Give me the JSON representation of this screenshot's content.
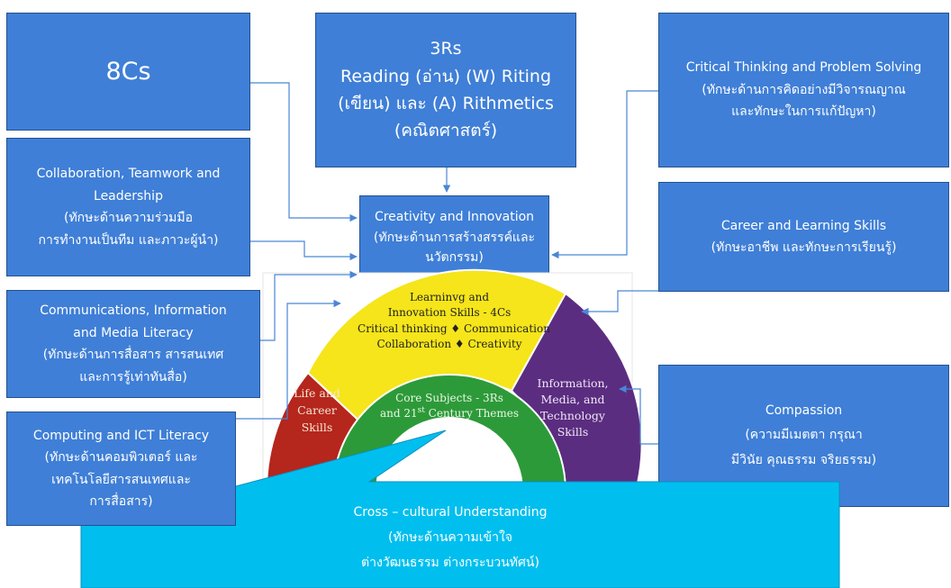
{
  "boxes": {
    "eight_cs": {
      "title": "8Cs"
    },
    "three_rs": {
      "line1": "3Rs",
      "line2": "Reading (อ่าน) (W) Riting",
      "line3": "(เขียน) และ (A) Rithmetics",
      "line4": "(คณิตศาสตร์)"
    },
    "critical": {
      "line1": "Critical Thinking and Problem Solving",
      "line2": "(ทักษะด้านการคิดอย่างมีวิจารณญาณ",
      "line3": "และทักษะในการแก้ปัญหา)"
    },
    "collaboration": {
      "line1": "Collaboration, Teamwork and",
      "line2": "Leadership",
      "line3": "(ทักษะด้านความร่วมมือ",
      "line4": "การทำงานเป็นทีม และภาวะผู้นำ)"
    },
    "creativity": {
      "line1": "Creativity and Innovation",
      "line2": "(ทักษะด้านการสร้างสรรค์และ",
      "line3": "นวัตกรรม)"
    },
    "career": {
      "line1": "Career and Learning Skills",
      "line2": "(ทักษะอาชีพ และทักษะการเรียนรู้)"
    },
    "communications": {
      "line1": "Communications, Information",
      "line2": "and Media Literacy",
      "line3": "(ทักษะด้านการสื่อสาร สารสนเทศ",
      "line4": "และการรู้เท่าทันสื่อ)"
    },
    "compassion": {
      "line1": "Compassion",
      "line2": "(ความมีเมตตา กรุณา",
      "line3": "มีวินัย คุณธรรม จริยธรรม)"
    },
    "computing": {
      "line1": "Computing and ICT Literacy",
      "line2": "(ทักษะด้านคอมพิวเตอร์ และ",
      "line3": "เทคโนโลยีสารสนเทศและ",
      "line4": "การสื่อสาร)"
    },
    "cross_cultural": {
      "line1": "Cross – cultural Understanding",
      "line2": "(ทักษะด้านความเข้าใจ",
      "line3": "ต่างวัฒนธรรม ต่างกระบวนทัศน์)"
    }
  },
  "rainbow": {
    "top": {
      "line1": "Learninvg and",
      "line2": "Innovation Skills - 4Cs",
      "line3": "Critical thinking ♦ Communication",
      "line4": "Collaboration ♦ Creativity"
    },
    "left": {
      "line1": "Life and",
      "line2": "Career",
      "line3": "Skills"
    },
    "right": {
      "line1": "Information,",
      "line2": "Media, and",
      "line3": "Technology",
      "line4": "Skills"
    },
    "core": {
      "line1": "Core Subjects - 3Rs",
      "line2_main": "and 21",
      "line2_sup": "st",
      "line2_end": " Century Themes"
    }
  },
  "colors": {
    "box_fill": "#3f7fd7",
    "box_border": "#24528f",
    "cross_fill": "#00bfef",
    "arc_red": "#b5261c",
    "arc_yellow": "#f5e51a",
    "arc_purple": "#5b2d80",
    "arc_green": "#2d9a39",
    "arrow": "#4a86d4"
  }
}
